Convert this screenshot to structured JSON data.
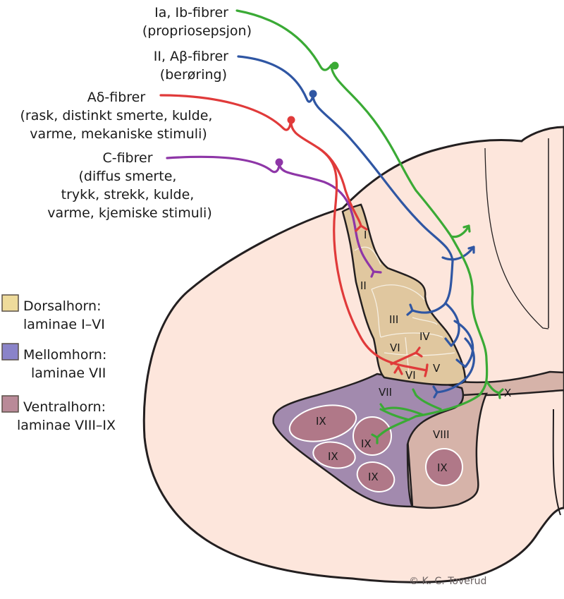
{
  "fibers": [
    {
      "id": "ia-ib",
      "lines": [
        "Ia, Ib-fibrer",
        "(propriosepsjon)"
      ],
      "color": "#3aaa35"
    },
    {
      "id": "ii-abeta",
      "lines": [
        "II, Aβ-fibrer",
        "(berøring)"
      ],
      "color": "#2f56a3"
    },
    {
      "id": "adelta",
      "lines": [
        "Aδ-fibrer",
        "(rask, distinkt smerte, kulde,",
        "varme, mekaniske stimuli)"
      ],
      "color": "#e03a3a"
    },
    {
      "id": "c",
      "lines": [
        "C-fibrer",
        "(diffus smerte,",
        "trykk, strekk, kulde,",
        "varme, kjemiske stimuli)"
      ],
      "color": "#8e36a7"
    }
  ],
  "legend": [
    {
      "title": "Dorsalhorn:",
      "subtitle": "laminae I–VI",
      "color": "#eedb9b"
    },
    {
      "title": "Mellomhorn:",
      "subtitle": "laminae VII",
      "color": "#8a83c9"
    },
    {
      "title": "Ventralhorn:",
      "subtitle": "laminae VIII–IX",
      "color": "#b98a98"
    }
  ],
  "laminae": {
    "I": "I",
    "II": "II",
    "III": "III",
    "IV": "IV",
    "V": "V",
    "VI_a": "VI",
    "VI_b": "VI",
    "VII": "VII",
    "VIII": "VIII",
    "IX_1": "IX",
    "IX_2": "IX",
    "IX_3": "IX",
    "IX_4": "IX",
    "IX_5": "IX",
    "X": "X"
  },
  "colors": {
    "cord": "#fde6dc",
    "dorsal_horn": "#e0c79f",
    "intermediate": "#a28aae",
    "ventral": "#d6b3a9",
    "motor_pools": "#b07888",
    "outline": "#231f20"
  },
  "copyright": "© K. C. Toverud"
}
